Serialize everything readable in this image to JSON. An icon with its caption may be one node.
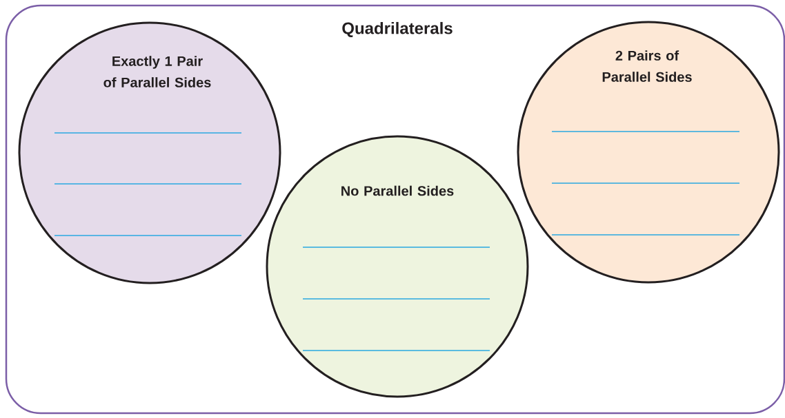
{
  "diagram": {
    "nodes": [
      {
        "text": [
          "Quadrilaterals"
        ]
      },
      {
        "text": [
          "Exactly 1 Pair of Parallel Sides"
        ],
        "in": 0
      },
      {
        "text": [
          "No Parallel Sides"
        ],
        "in": 0
      },
      {
        "text": [
          "2 Pairs of Parallel Sides"
        ],
        "in": 0
      }
    ],
    "edges": []
  }
}
